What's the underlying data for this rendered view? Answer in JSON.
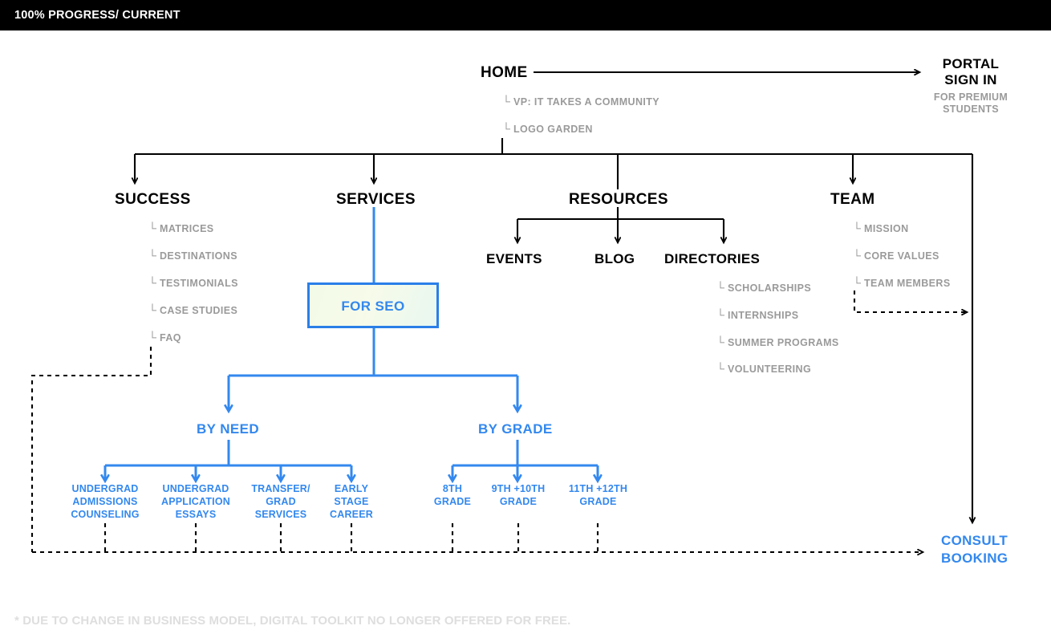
{
  "header": {
    "title": "100% PROGRESS/ CURRENT"
  },
  "diagram": {
    "root": {
      "label": "HOME"
    },
    "root_children": [
      {
        "label": "VP: IT TAKES A COMMUNITY"
      },
      {
        "label": "LOGO GARDEN"
      }
    ],
    "portal": {
      "title_line1": "PORTAL",
      "title_line2": "SIGN IN",
      "sub_line1": "FOR PREMIUM",
      "sub_line2": "STUDENTS"
    },
    "sections": {
      "success": {
        "label": "SUCCESS",
        "children": [
          {
            "label": "MATRICES"
          },
          {
            "label": "DESTINATIONS"
          },
          {
            "label": "TESTIMONIALS"
          },
          {
            "label": "CASE STUDIES"
          },
          {
            "label": "FAQ"
          }
        ]
      },
      "services": {
        "label": "SERVICES",
        "seo_box": {
          "label": "FOR SEO"
        },
        "by_need": {
          "label": "BY NEED",
          "leaves": [
            {
              "line1": "UNDERGRAD",
              "line2": "ADMISSIONS",
              "line3": "COUNSELING"
            },
            {
              "line1": "UNDERGRAD",
              "line2": "APPLICATION",
              "line3": "ESSAYS"
            },
            {
              "line1": "TRANSFER/",
              "line2": "GRAD",
              "line3": "SERVICES"
            },
            {
              "line1": "EARLY",
              "line2": "STAGE",
              "line3": "CAREER"
            }
          ]
        },
        "by_grade": {
          "label": "BY GRADE",
          "leaves": [
            {
              "line1": "8TH",
              "line2": "GRADE"
            },
            {
              "line1": "9TH +10TH",
              "line2": "GRADE"
            },
            {
              "line1": "11TH +12TH",
              "line2": "GRADE"
            }
          ]
        }
      },
      "resources": {
        "label": "RESOURCES",
        "children": [
          {
            "label": "EVENTS"
          },
          {
            "label": "BLOG"
          },
          {
            "label": "DIRECTORIES"
          }
        ],
        "directories_children": [
          {
            "label": "SCHOLARSHIPS"
          },
          {
            "label": "INTERNSHIPS"
          },
          {
            "label": "SUMMER PROGRAMS"
          },
          {
            "label": "VOLUNTEERING"
          }
        ]
      },
      "team": {
        "label": "TEAM",
        "children": [
          {
            "label": "MISSION"
          },
          {
            "label": "CORE VALUES"
          },
          {
            "label": "TEAM MEMBERS"
          }
        ]
      }
    },
    "consult": {
      "line1": "CONSULT",
      "line2": "BOOKING"
    }
  },
  "footnote": {
    "text": "* DUE TO CHANGE IN BUSINESS MODEL, DIGITAL TOOLKIT NO LONGER OFFERED FOR FREE."
  },
  "colors": {
    "accent_blue": "#3388ee",
    "box_border": "#2a7fe8",
    "muted_gray": "#9a9a9a",
    "header_bg": "#000000",
    "footnote_gray": "#dedede"
  }
}
